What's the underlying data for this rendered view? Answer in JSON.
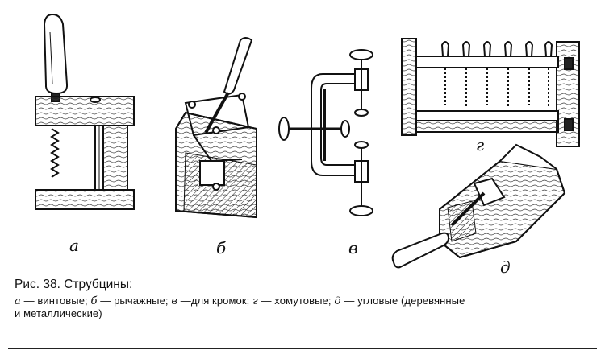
{
  "figure": {
    "labels": [
      "а",
      "б",
      "в",
      "г",
      "д"
    ]
  },
  "caption": {
    "title": "Рис. 38. Струбцины:",
    "items": [
      {
        "letter": "а",
        "text": "— винтовые;"
      },
      {
        "letter": "б",
        "text": "— рычажные;"
      },
      {
        "letter": "в",
        "text": "—для кромок;"
      },
      {
        "letter": "г",
        "text": "— хомутовые;"
      },
      {
        "letter": "д",
        "text": "— угловые (деревянные"
      }
    ],
    "tail": "и металлические)"
  }
}
